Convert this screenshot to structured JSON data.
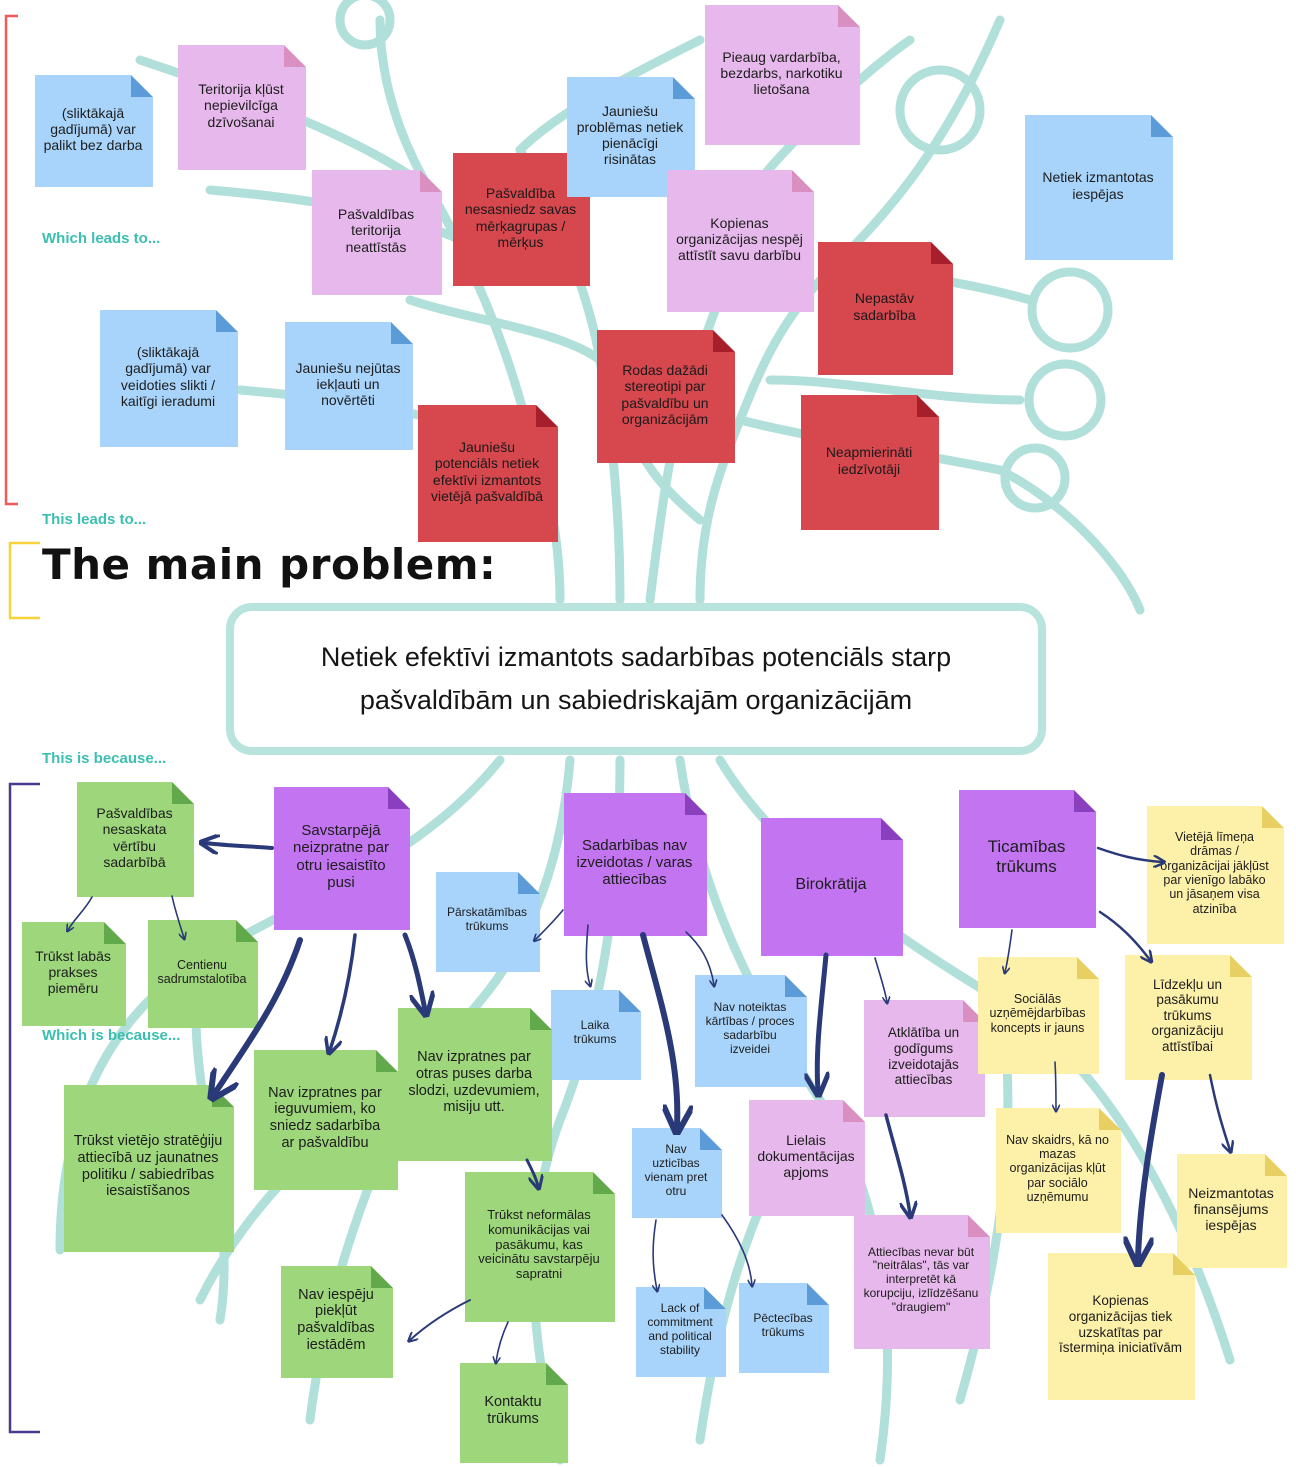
{
  "labels": {
    "leads1": "Which leads to...",
    "leads2": "This leads to...",
    "main_title": "The main problem:",
    "because1": "This is because...",
    "because2": "Which is because..."
  },
  "main_problem": "Netiek efektīvi izmantots sadarbības potenciāls starp pašvaldībām un sabiedriskajām organizācijām",
  "colors": {
    "trunk": "#9fd7d1",
    "blue": "#a8d4fb",
    "pink": "#e7b8ec",
    "red": "#d6474e",
    "green": "#9ed77b",
    "purple": "#c274f1",
    "yellow": "#fdf0a9",
    "arrow": "#2a3a78",
    "label": "#3bbfb0"
  },
  "effects": {
    "e1": "(sliktākajā gadījumā) var palikt bez darba",
    "e2": "Teritorija kļūst nepievilcīga dzīvošanai",
    "e3": "Pašvaldības teritorija neattīstās",
    "e4": "Pašvaldība nesasniedz savas mērķagrupas / mērķus",
    "e5": "Jauniešu problēmas netiek pienācīgi risinātas",
    "e6": "Pieaug vardarbība, bezdarbs, narkotiku lietošana",
    "e7": "Kopienas organizācijas nespēj attīstīt savu darbību",
    "e8": "Netiek izmantotas iespējas",
    "e9": "Nepastāv sadarbība",
    "e10": "(sliktākajā gadījumā)  var veidoties slikti / kaitīgi ieradumi",
    "e11": "Jauniešu nejūtas iekļauti un novērtēti",
    "e12": "Rodas dažādi stereotipi par pašvaldību un organizācijām",
    "e13": "Jauniešu potenciāls netiek efektīvi izmantots vietējā pašvaldībā",
    "e14": "Neapmierināti iedzīvotāji"
  },
  "causes": {
    "c1": "Pašvaldības nesaskata vērtību sadarbībā",
    "c2": "Savstarpējā neizpratne par otru iesaistīto pusi",
    "c3": "Sadarbības nav izveidotas / varas attiecības",
    "c4": "Birokrātija",
    "c5": "Ticamības trūkums",
    "c6": "Vietējā līmeņa drāmas / organizācijai jākļūst par vienīgo labāko un jāsaņem visa atzinība",
    "c7": "Trūkst labās prakses piemēru",
    "c8": "Centienu sadrumstalotība",
    "c9": "Pārskatāmības trūkums",
    "c10": "Laika trūkums",
    "c11": "Nav noteiktas kārtības / proces sadarbību izveidei",
    "c12": "Atklātība un godīgums izveidotajās attiecības",
    "c13": "Sociālās uzņēmējdarbības koncepts ir jauns",
    "c14": "Līdzekļu un pasākumu trūkums organizāciju attīstībai",
    "c15": "Trūkst vietējo stratēģiju attiecībā uz jaunatnes politiku / sabiedrības iesaistīšanos",
    "c16": "Nav izpratnes par ieguvumiem, ko sniedz sadarbība ar pašvaldību",
    "c17": "Nav izpratnes par otras puses darba slodzi, uzdevumiem, misiju utt.",
    "c18": "Nav uzticības vienam pret otru",
    "c19": "Lielais dokumentācijas apjoms",
    "c20": "Nav skaidrs, kā no mazas organizācijas kļūt par sociālo uzņēmumu",
    "c21": "Neizmantotas finansējums iespējas",
    "c22": "Trūkst neformālas komunikācijas vai pasākumu,  kas veicinātu savstarpēju sapratni",
    "c23": "Attiecības nevar būt \"neitrālas\", tās var interpretēt kā korupciju, izlīdzēšanu \"draugiem\"",
    "c24": "Kopienas organizācijas tiek uzskatītas par īstermiņa iniciatīvām",
    "c25": "Nav iespēju piekļūt pašvaldības iestādēm",
    "c26": "Lack of commitment and political stability",
    "c27": "Pēctecības trūkums",
    "c28": "Kontaktu trūkums"
  }
}
